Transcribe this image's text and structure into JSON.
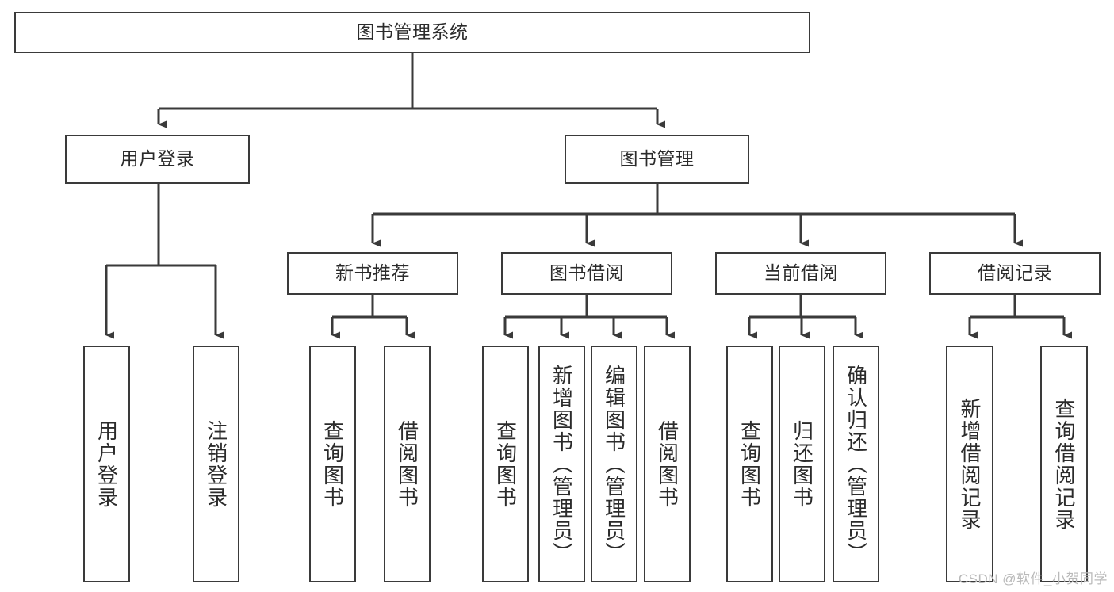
{
  "diagram": {
    "type": "tree-hierarchy",
    "title": "图书管理系统",
    "root": {
      "id": "root",
      "label": "图书管理系统",
      "orientation": "horizontal"
    },
    "level2": [
      {
        "id": "user-login",
        "label": "用户登录",
        "orientation": "horizontal"
      },
      {
        "id": "book-management",
        "label": "图书管理",
        "orientation": "horizontal"
      }
    ],
    "level3": [
      {
        "id": "new-book-recommend",
        "label": "新书推荐",
        "orientation": "horizontal",
        "parent": "book-management"
      },
      {
        "id": "book-borrow",
        "label": "图书借阅",
        "orientation": "horizontal",
        "parent": "book-management"
      },
      {
        "id": "current-borrow",
        "label": "当前借阅",
        "orientation": "horizontal",
        "parent": "book-management"
      },
      {
        "id": "borrow-record",
        "label": "借阅记录",
        "orientation": "horizontal",
        "parent": "book-management"
      }
    ],
    "leaves": [
      {
        "id": "leaf-user-login",
        "label": "用户登录",
        "orientation": "vertical",
        "parent": "user-login"
      },
      {
        "id": "leaf-logout",
        "label": "注销登录",
        "orientation": "vertical",
        "parent": "user-login"
      },
      {
        "id": "leaf-query-book-1",
        "label": "查询图书",
        "orientation": "vertical",
        "parent": "new-book-recommend"
      },
      {
        "id": "leaf-borrow-book-1",
        "label": "借阅图书",
        "orientation": "vertical",
        "parent": "new-book-recommend"
      },
      {
        "id": "leaf-query-book-2",
        "label": "查询图书",
        "orientation": "vertical",
        "parent": "book-borrow"
      },
      {
        "id": "leaf-add-book",
        "label": "新增图书（管理员）",
        "orientation": "vertical",
        "parent": "book-borrow"
      },
      {
        "id": "leaf-edit-book",
        "label": "编辑图书（管理员）",
        "orientation": "vertical",
        "parent": "book-borrow"
      },
      {
        "id": "leaf-borrow-book-2",
        "label": "借阅图书",
        "orientation": "vertical",
        "parent": "book-borrow"
      },
      {
        "id": "leaf-query-book-3",
        "label": "查询图书",
        "orientation": "vertical",
        "parent": "current-borrow"
      },
      {
        "id": "leaf-return-book",
        "label": "归还图书",
        "orientation": "vertical",
        "parent": "current-borrow"
      },
      {
        "id": "leaf-confirm-return",
        "label": "确认归还（管理员）",
        "orientation": "vertical",
        "parent": "current-borrow"
      },
      {
        "id": "leaf-add-record",
        "label": "新增借阅记录",
        "orientation": "vertical",
        "parent": "borrow-record"
      },
      {
        "id": "leaf-query-record",
        "label": "查询借阅记录",
        "orientation": "vertical",
        "parent": "borrow-record"
      }
    ]
  },
  "watermark": {
    "text": "CSDN @软件_小贺同学"
  },
  "colors": {
    "background": "#ffffff",
    "box_border": "#3a3a3a",
    "connector": "#3a3a3a",
    "text": "#2b2b2b",
    "watermark": "#b9b9b9"
  }
}
